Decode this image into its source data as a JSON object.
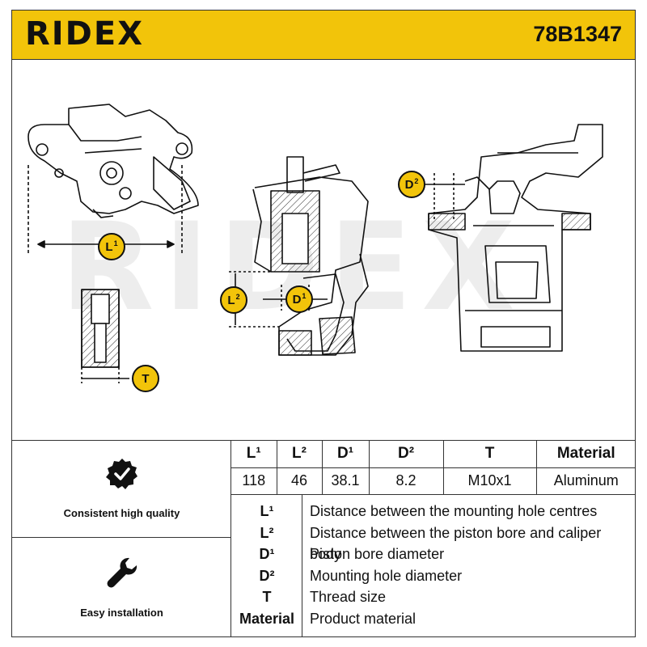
{
  "header": {
    "brand": "RIDEX",
    "part_number": "78B1347",
    "bg_color": "#f2c40a"
  },
  "watermark": "RIDEX",
  "diagram": {
    "badges": {
      "L1": "L",
      "L2": "L",
      "D1": "D",
      "D2": "D",
      "T": "T",
      "sup1": "1",
      "sup2": "2"
    }
  },
  "features": [
    {
      "label": "Consistent high quality",
      "icon": "quality-check-badge-icon"
    },
    {
      "label": "Easy installation",
      "icon": "wrench-icon"
    }
  ],
  "specs": {
    "headers": [
      "L¹",
      "L²",
      "D¹",
      "D²",
      "T",
      "Material"
    ],
    "values": [
      "118",
      "46",
      "38.1",
      "8.2",
      "M10x1",
      "Aluminum"
    ]
  },
  "legend": [
    {
      "key": "L¹",
      "desc": "Distance between the mounting hole centres"
    },
    {
      "key": "L²",
      "desc": "Distance between the piston bore and caliper body"
    },
    {
      "key": "D¹",
      "desc": "Piston bore diameter"
    },
    {
      "key": "D²",
      "desc": "Mounting hole diameter"
    },
    {
      "key": "T",
      "desc": "Thread size"
    },
    {
      "key": "Material",
      "desc": "Product material"
    }
  ]
}
